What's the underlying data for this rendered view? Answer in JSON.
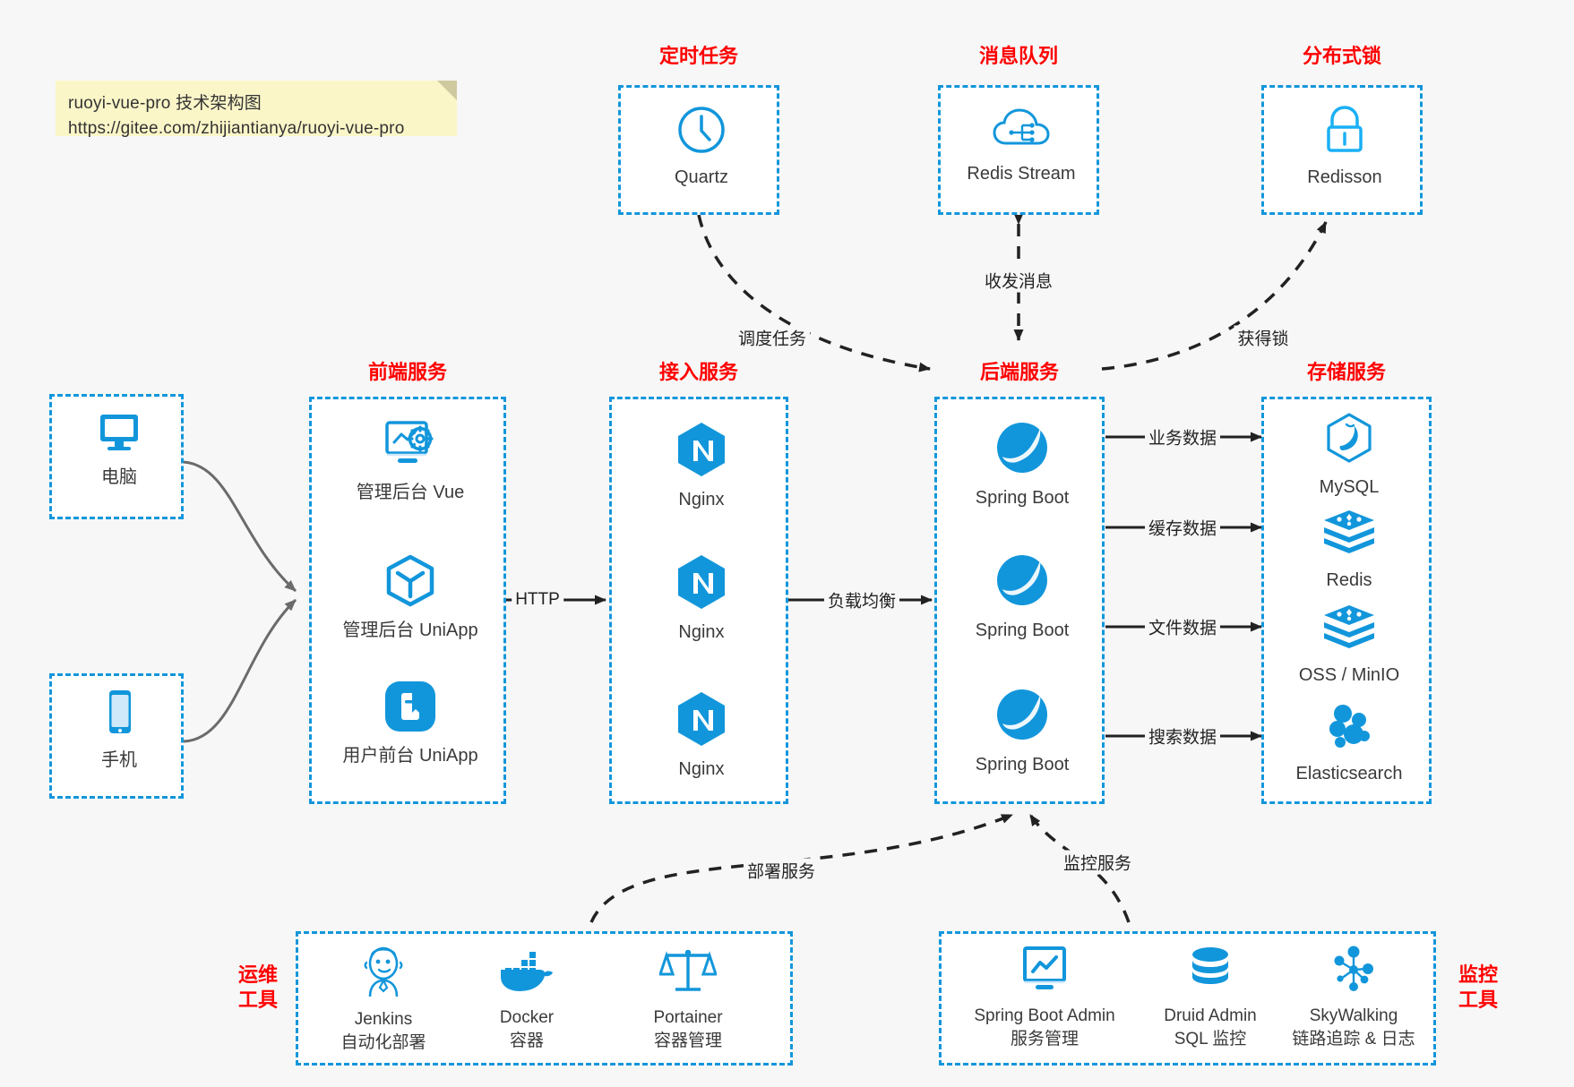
{
  "note": {
    "line1": "ruoyi-vue-pro 技术架构图",
    "line2": "https://gitee.com/zhijiantianya/ruoyi-vue-pro"
  },
  "colors": {
    "accent": "#1296db",
    "group_border": "#1296db",
    "group_title": "#ff0000",
    "edge": "#222222",
    "client_edge": "#6b6b6b",
    "canvas": "#f7f7f7",
    "note_bg": "#fbf6c8"
  },
  "groups": {
    "scheduler": {
      "title": "定时任务"
    },
    "mq": {
      "title": "消息队列"
    },
    "lock": {
      "title": "分布式锁"
    },
    "client": {
      "title": ""
    },
    "frontend": {
      "title": "前端服务"
    },
    "gateway": {
      "title": "接入服务"
    },
    "backend": {
      "title": "后端服务"
    },
    "storage": {
      "title": "存储服务"
    },
    "devops": {
      "title_line1": "运维",
      "title_line2": "工具"
    },
    "monitor": {
      "title_line1": "监控",
      "title_line2": "工具"
    }
  },
  "nodes": {
    "quartz": {
      "label": "Quartz",
      "icon": "clock-icon"
    },
    "redis_stream": {
      "label": "Redis Stream",
      "icon": "cloud-stream-icon"
    },
    "redisson": {
      "label": "Redisson",
      "icon": "lock-icon"
    },
    "pc": {
      "label": "电脑",
      "icon": "desktop-icon"
    },
    "phone": {
      "label": "手机",
      "icon": "mobile-icon"
    },
    "admin_vue": {
      "label": "管理后台 Vue",
      "icon": "dashboard-gear-icon"
    },
    "admin_uniapp": {
      "label": "管理后台 UniApp",
      "icon": "uniapp-cube-icon"
    },
    "user_uniapp": {
      "label": "用户前台 UniApp",
      "icon": "app-tile-icon"
    },
    "nginx1": {
      "label": "Nginx",
      "icon": "nginx-icon"
    },
    "nginx2": {
      "label": "Nginx",
      "icon": "nginx-icon"
    },
    "nginx3": {
      "label": "Nginx",
      "icon": "nginx-icon"
    },
    "springboot1": {
      "label": "Spring Boot",
      "icon": "spring-leaf-icon"
    },
    "springboot2": {
      "label": "Spring Boot",
      "icon": "spring-leaf-icon"
    },
    "springboot3": {
      "label": "Spring Boot",
      "icon": "spring-leaf-icon"
    },
    "mysql": {
      "label": "MySQL",
      "icon": "mysql-dolphin-icon"
    },
    "redis": {
      "label": "Redis",
      "icon": "redis-stack-icon"
    },
    "oss": {
      "label": "OSS / MinIO",
      "icon": "redis-stack-icon"
    },
    "elasticsearch": {
      "label": "Elasticsearch",
      "icon": "elasticsearch-icon"
    },
    "jenkins": {
      "label": "Jenkins",
      "sub": "自动化部署",
      "icon": "jenkins-butler-icon"
    },
    "docker": {
      "label": "Docker",
      "sub": "容器",
      "icon": "docker-whale-icon"
    },
    "portainer": {
      "label": "Portainer",
      "sub": "容器管理",
      "icon": "portainer-scale-icon"
    },
    "sba": {
      "label": "Spring Boot Admin",
      "sub": "服务管理",
      "icon": "monitor-chart-icon"
    },
    "druid": {
      "label": "Druid Admin",
      "sub": "SQL 监控",
      "icon": "database-icon"
    },
    "skywalking": {
      "label": "SkyWalking",
      "sub": "链路追踪 & 日志",
      "icon": "skywalking-node-icon"
    }
  },
  "edges": {
    "http": "HTTP",
    "load_balance": "负载均衡",
    "schedule_task": "调度任务",
    "send_receive_message": "收发消息",
    "acquire_lock": "获得锁",
    "business_data": "业务数据",
    "cache_data": "缓存数据",
    "file_data": "文件数据",
    "search_data": "搜索数据",
    "deploy_service": "部署服务",
    "monitor_service": "监控服务"
  }
}
